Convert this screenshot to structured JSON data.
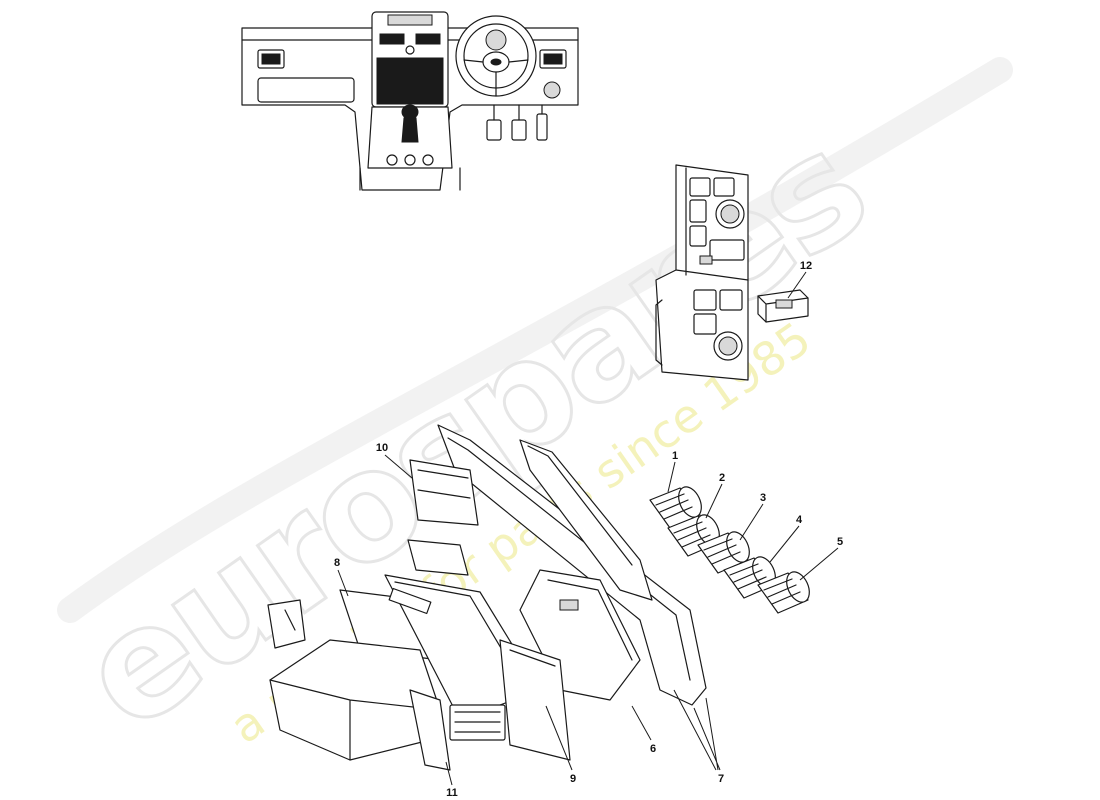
{
  "watermark": {
    "brand": "eurospares",
    "tagline": "a passion for parts since 1985"
  },
  "callouts": [
    {
      "id": "1",
      "label": "1"
    },
    {
      "id": "2",
      "label": "2"
    },
    {
      "id": "3",
      "label": "3"
    },
    {
      "id": "4",
      "label": "4"
    },
    {
      "id": "5",
      "label": "5"
    },
    {
      "id": "6",
      "label": "6"
    },
    {
      "id": "7",
      "label": "7"
    },
    {
      "id": "8",
      "label": "8"
    },
    {
      "id": "9",
      "label": "9"
    },
    {
      "id": "10",
      "label": "10"
    },
    {
      "id": "11",
      "label": "11"
    },
    {
      "id": "12",
      "label": "12"
    }
  ],
  "colors": {
    "line": "#1a1a1a",
    "watermark_outline": "#e6e6e6",
    "watermark_tagline": "#f3f0b0"
  }
}
